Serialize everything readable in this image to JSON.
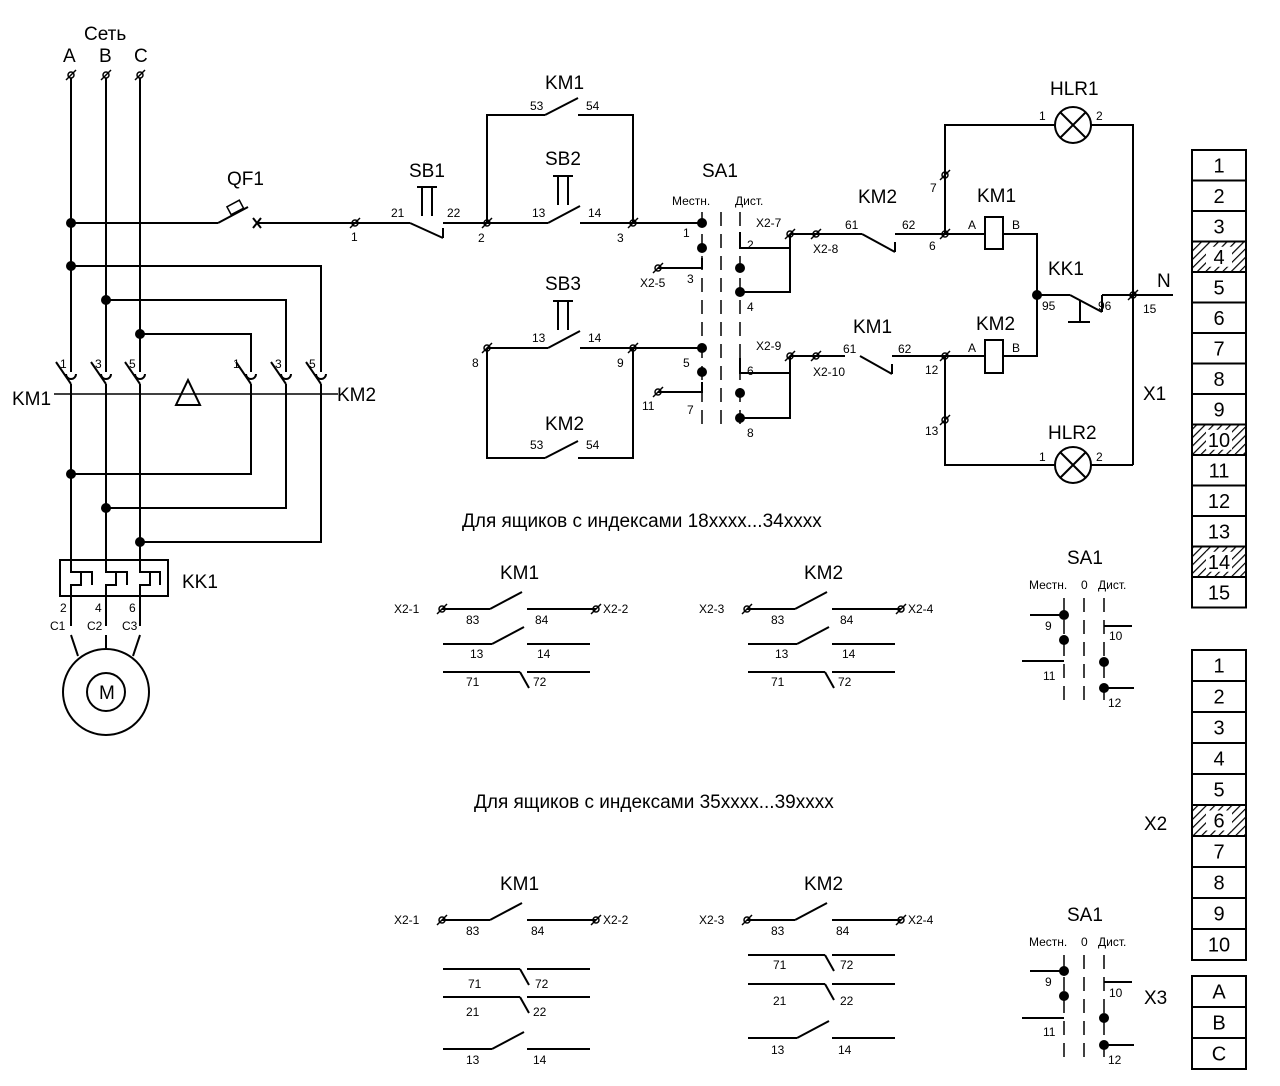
{
  "network": {
    "label": "Сеть",
    "phases": [
      "A",
      "B",
      "C"
    ]
  },
  "power": {
    "breaker": "QF1",
    "contactor_left": "KM1",
    "contactor_right": "KM2",
    "contacts_left": [
      "1",
      "3",
      "5"
    ],
    "contacts_right": [
      "1",
      "3",
      "5"
    ],
    "thermal_relay": "KK1",
    "relay_terms": [
      "2",
      "4",
      "6"
    ],
    "motor_terms": [
      "C1",
      "C2",
      "C3"
    ],
    "motor": "M"
  },
  "control": {
    "sb1": "SB1",
    "sb1_in": "21",
    "sb1_out": "22",
    "sb2": "SB2",
    "sb2_in": "13",
    "sb2_out": "14",
    "sb3": "SB3",
    "sb3_in": "13",
    "sb3_out": "14",
    "km1_hold": "KM1",
    "km1_hold_in": "53",
    "km1_hold_out": "54",
    "km2_hold": "KM2",
    "km2_hold_in": "53",
    "km2_hold_out": "54",
    "sa1": "SA1",
    "sa1_local": "Местн.",
    "sa1_remote": "Дист.",
    "nodes": [
      "1",
      "2",
      "3",
      "8",
      "9",
      "6",
      "7",
      "12",
      "13",
      "15"
    ],
    "sa1_terms": [
      "1",
      "2",
      "3",
      "4",
      "5",
      "6",
      "7",
      "8"
    ],
    "x2_labels": [
      "X2-5",
      "11",
      "X2-7",
      "X2-8",
      "X2-9",
      "X2-10"
    ],
    "km2_int": "KM2",
    "km2_int_in": "61",
    "km2_int_out": "62",
    "km1_int": "KM1",
    "km1_int_in": "61",
    "km1_int_out": "62",
    "coil1": "KM1",
    "coil2": "KM2",
    "coil_a": "A",
    "coil_b": "B",
    "kk1": "KK1",
    "kk1_in": "95",
    "kk1_out": "96",
    "hlr1": "HLR1",
    "hlr2": "HLR2",
    "lamp_in": "1",
    "lamp_out": "2",
    "neutral": "N",
    "x1": "X1"
  },
  "section1": {
    "title": "Для ящиков с индексами 18xxxx...34xxxx",
    "km1": "KM1",
    "km2": "KM2",
    "x2_1": "X2-1",
    "x2_2": "X2-2",
    "x2_3": "X2-3",
    "x2_4": "X2-4",
    "c83": "83",
    "c84": "84",
    "c13": "13",
    "c14": "14",
    "c71": "71",
    "c72": "72",
    "sa1": "SA1",
    "local": "Местн.",
    "zero": "0",
    "remote": "Дист.",
    "t9": "9",
    "t10": "10",
    "t11": "11",
    "t12": "12"
  },
  "section2": {
    "title": "Для ящиков с индексами 35xxxx...39xxxx",
    "km1": "KM1",
    "km2": "KM2",
    "x2_1": "X2-1",
    "x2_2": "X2-2",
    "x2_3": "X2-3",
    "x2_4": "X2-4",
    "c83": "83",
    "c84": "84",
    "c71": "71",
    "c72": "72",
    "c21": "21",
    "c22": "22",
    "c13": "13",
    "c14": "14",
    "sa1": "SA1",
    "local": "Местн.",
    "zero": "0",
    "remote": "Дист.",
    "t9": "9",
    "t10": "10",
    "t11": "11",
    "t12": "12"
  },
  "terminal_blocks": {
    "x1": {
      "label": "X1",
      "cells": [
        "1",
        "2",
        "3",
        "4",
        "5",
        "6",
        "7",
        "8",
        "9",
        "10",
        "11",
        "12",
        "13",
        "14",
        "15"
      ],
      "hatched": [
        "4",
        "10",
        "14"
      ]
    },
    "x2": {
      "label": "X2",
      "cells": [
        "1",
        "2",
        "3",
        "4",
        "5",
        "6",
        "7",
        "8",
        "9",
        "10"
      ],
      "hatched": [
        "6"
      ]
    },
    "x3": {
      "label": "X3",
      "cells": [
        "A",
        "B",
        "C"
      ],
      "hatched": []
    }
  },
  "colors": {
    "line": "#000000",
    "background": "#ffffff"
  }
}
